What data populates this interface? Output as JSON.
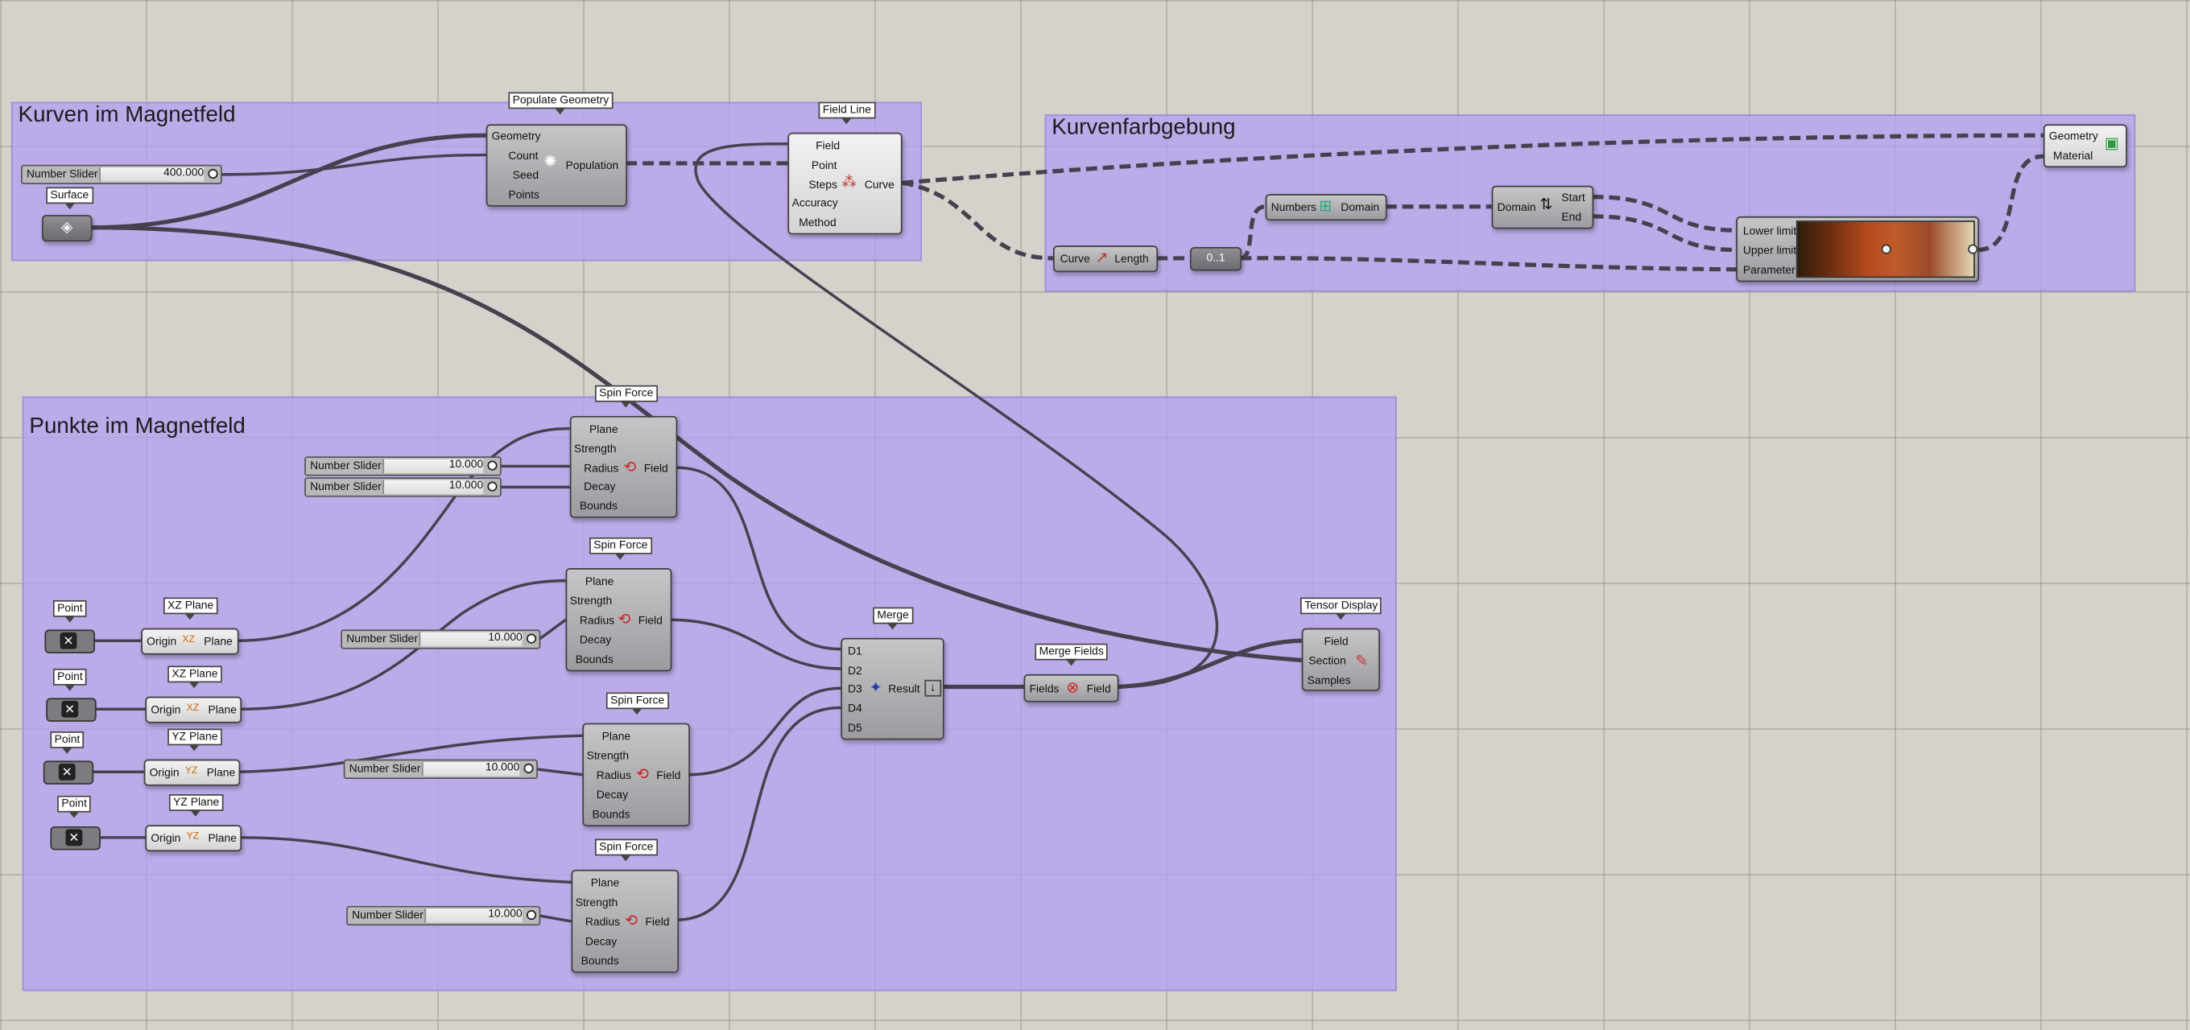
{
  "groups": {
    "kurven": "Kurven im Magnetfeld",
    "farb": "Kurvenfarbgebung",
    "punkte": "Punkte im Magnetfeld"
  },
  "tags": {
    "surface": "Surface",
    "populate": "Populate Geometry",
    "field_line": "Field Line",
    "spin1": "Spin Force",
    "spin2": "Spin Force",
    "spin3": "Spin Force",
    "spin4": "Spin Force",
    "merge": "Merge",
    "merge_fields": "Merge Fields",
    "tensor": "Tensor Display",
    "point1": "Point",
    "point2": "Point",
    "point3": "Point",
    "point4": "Point",
    "xz1": "XZ Plane",
    "xz2": "XZ Plane",
    "yz1": "YZ Plane",
    "yz2": "YZ Plane"
  },
  "sliders": {
    "count": {
      "name": "Number Slider",
      "value": "400.000"
    },
    "s1a": {
      "name": "Number Slider",
      "value": "10.000"
    },
    "s1b": {
      "name": "Number Slider",
      "value": "10.000"
    },
    "s2": {
      "name": "Number Slider",
      "value": "10.000"
    },
    "s3": {
      "name": "Number Slider",
      "value": "10.000"
    },
    "s4": {
      "name": "Number Slider",
      "value": "10.000"
    }
  },
  "populate": {
    "inputs": [
      "Geometry",
      "Count",
      "Seed",
      "Points"
    ],
    "output": "Population"
  },
  "field_line": {
    "inputs": [
      "Field",
      "Point",
      "Steps",
      "Accuracy",
      "Method"
    ],
    "output": "Curve"
  },
  "length": {
    "input": "Curve",
    "output": "Length"
  },
  "bounds": {
    "input": "Numbers",
    "output": "Domain"
  },
  "deconstruct": {
    "input": "Domain",
    "outputs": [
      "Start",
      "End"
    ]
  },
  "gradient": {
    "inputs": [
      "Lower limit",
      "Upper limit",
      "Parameter"
    ]
  },
  "preview": {
    "inputs": [
      "Geometry",
      "Material"
    ]
  },
  "spin": {
    "inputs": [
      "Plane",
      "Strength",
      "Radius",
      "Decay",
      "Bounds"
    ],
    "output": "Field"
  },
  "plane": {
    "input": "Origin",
    "output": "Plane",
    "xz_icon": "XZ",
    "yz_icon": "YZ"
  },
  "merge": {
    "inputs": [
      "D1",
      "D2",
      "D3",
      "D4",
      "D5"
    ],
    "output": "Result"
  },
  "merge_fields": {
    "input": "Fields",
    "output": "Field"
  },
  "tensor": {
    "inputs": [
      "Field",
      "Section",
      "Samples"
    ]
  },
  "range_icon": "0..1",
  "colors": {
    "group": "#b4a0f0",
    "canvas": "#d5d2cc",
    "wire": "#45414f"
  }
}
